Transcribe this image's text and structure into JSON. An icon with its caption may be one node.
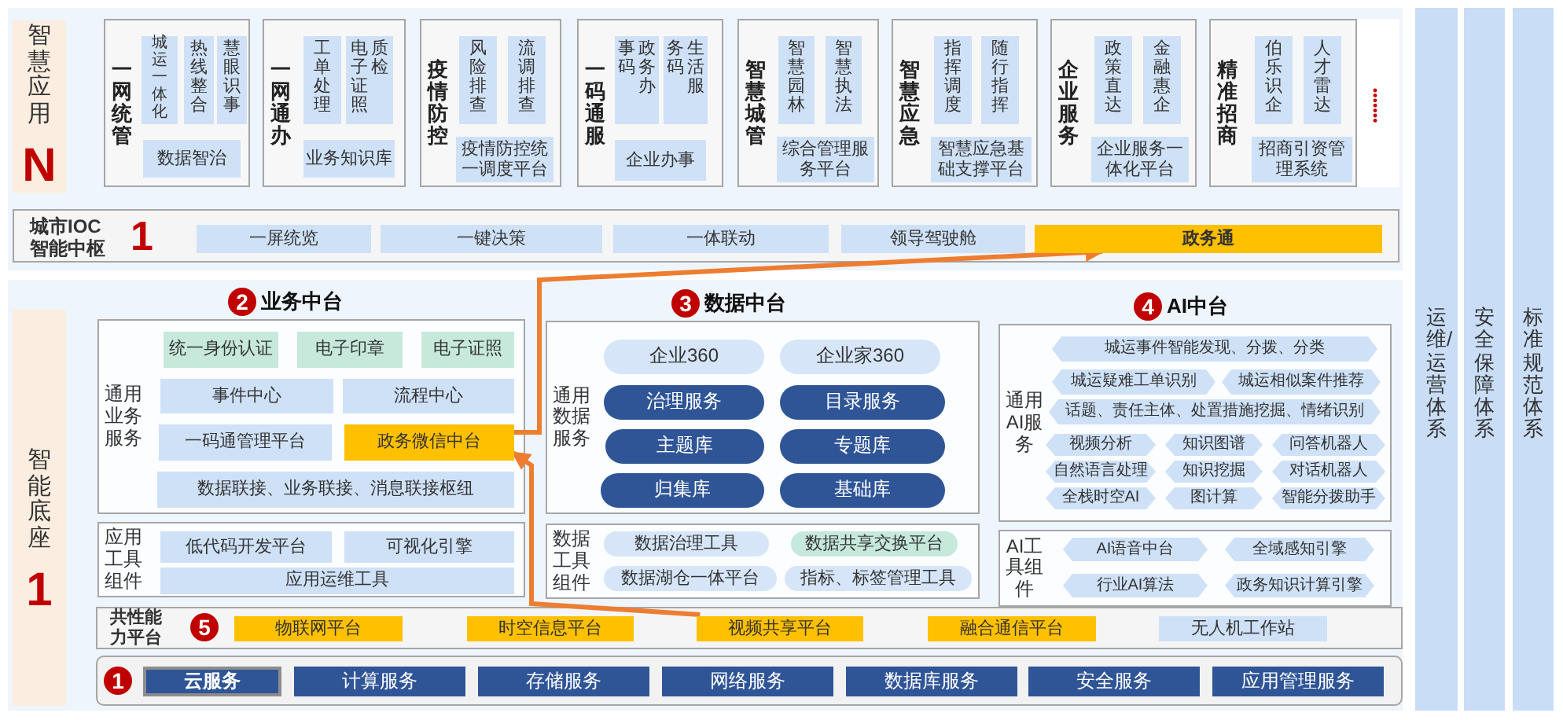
{
  "diagram": {
    "nodes": [
      {
        "text": [
          "智慧应用",
          "N"
        ]
      },
      {
        "text": [
          "一网统管"
        ]
      },
      {
        "text": [
          "城运一体化"
        ],
        "in": 1
      },
      {
        "text": [
          "热线整合"
        ],
        "in": 1
      },
      {
        "text": [
          "慧眼识事"
        ],
        "in": 1
      },
      {
        "text": [
          "数据智治"
        ],
        "in": 1
      },
      {
        "text": [
          "一网通办"
        ]
      },
      {
        "text": [
          "工单处理"
        ],
        "in": 6
      },
      {
        "text": [
          "电子证照质检"
        ],
        "in": 6
      },
      {
        "text": [
          "业务知识库"
        ],
        "in": 6
      },
      {
        "text": [
          "疫情防控"
        ]
      },
      {
        "text": [
          "风险排查"
        ],
        "in": 10
      },
      {
        "text": [
          "流调排查"
        ],
        "in": 10
      },
      {
        "text": [
          "疫情防控统一调度平台"
        ],
        "in": 10
      },
      {
        "text": [
          "一码通服"
        ]
      },
      {
        "text": [
          "政务办事码"
        ],
        "in": 14
      },
      {
        "text": [
          "生活服务码"
        ],
        "in": 14
      },
      {
        "text": [
          "企业办事"
        ],
        "in": 14
      },
      {
        "text": [
          "智慧城管"
        ]
      },
      {
        "text": [
          "智慧园林"
        ],
        "in": 18
      },
      {
        "text": [
          "智慧执法"
        ],
        "in": 18
      },
      {
        "text": [
          "综合管理服务平台"
        ],
        "in": 18
      },
      {
        "text": [
          "智慧应急"
        ]
      },
      {
        "text": [
          "指挥调度"
        ],
        "in": 22
      },
      {
        "text": [
          "随行指挥"
        ],
        "in": 22
      },
      {
        "text": [
          "智慧应急基础支撑平台"
        ],
        "in": 22
      },
      {
        "text": [
          "企业服务"
        ]
      },
      {
        "text": [
          "政策直达"
        ],
        "in": 26
      },
      {
        "text": [
          "金融惠企"
        ],
        "in": 26
      },
      {
        "text": [
          "企业服务一体化平台"
        ],
        "in": 26
      },
      {
        "text": [
          "精准招商"
        ]
      },
      {
        "text": [
          "伯乐识企"
        ],
        "in": 30
      },
      {
        "text": [
          "人才雷达"
        ],
        "in": 30
      },
      {
        "text": [
          "招商引资管理系统"
        ],
        "in": 30
      },
      {
        "text": [
          "城市IOC智能中枢",
          "1"
        ]
      },
      {
        "text": [
          "一屏统览"
        ],
        "in": 34
      },
      {
        "text": [
          "一键决策"
        ],
        "in": 34
      },
      {
        "text": [
          "一体联动"
        ],
        "in": 34
      },
      {
        "text": [
          "领导驾驶舱"
        ],
        "in": 34
      },
      {
        "text": [
          "政务通"
        ],
        "in": 34
      },
      {
        "text": [
          "智能底座",
          "1"
        ]
      },
      {
        "text": [
          "通用业务服务"
        ]
      },
      {
        "text": [
          "统一身份认证"
        ],
        "in": 41
      },
      {
        "text": [
          "电子印章"
        ],
        "in": 41
      },
      {
        "text": [
          "电子证照"
        ],
        "in": 41
      },
      {
        "text": [
          "事件中心"
        ],
        "in": 41
      },
      {
        "text": [
          "流程中心"
        ],
        "in": 41
      },
      {
        "text": [
          "一码通管理平台"
        ],
        "in": 41
      },
      {
        "text": [
          "政务微信中台"
        ],
        "in": 41
      },
      {
        "text": [
          "数据联接、业务联接、消息联接枢纽"
        ],
        "in": 41
      },
      {
        "text": [
          "应用工具组件"
        ]
      },
      {
        "text": [
          "低代码开发平台"
        ],
        "in": 50
      },
      {
        "text": [
          "可视化引擎"
        ],
        "in": 50
      },
      {
        "text": [
          "应用运维工具"
        ],
        "in": 50
      },
      {
        "text": [
          "通用数据服务"
        ]
      },
      {
        "text": [
          "企业360"
        ],
        "in": 54
      },
      {
        "text": [
          "企业家360"
        ],
        "in": 54
      },
      {
        "text": [
          "治理服务"
        ],
        "in": 54
      },
      {
        "text": [
          "目录服务"
        ],
        "in": 54
      },
      {
        "text": [
          "主题库"
        ],
        "in": 54
      },
      {
        "text": [
          "专题库"
        ],
        "in": 54
      },
      {
        "text": [
          "归集库"
        ],
        "in": 54
      },
      {
        "text": [
          "基础库"
        ],
        "in": 54
      },
      {
        "text": [
          "数据工具组件"
        ]
      },
      {
        "text": [
          "数据治理工具"
        ],
        "in": 63
      },
      {
        "text": [
          "数据共享交换平台"
        ],
        "in": 63
      },
      {
        "text": [
          "数据湖仓一体平台"
        ],
        "in": 63
      },
      {
        "text": [
          "指标、标签管理工具"
        ],
        "in": 63
      },
      {
        "text": [
          "通用AI服务"
        ]
      },
      {
        "text": [
          "城运事件智能发现、分拨、分类"
        ],
        "in": 68
      },
      {
        "text": [
          "城运疑难工单识别"
        ],
        "in": 68
      },
      {
        "text": [
          "城运相似案件推荐"
        ],
        "in": 68
      },
      {
        "text": [
          "话题、责任主体、处置措施挖掘、情绪识别"
        ],
        "in": 68
      },
      {
        "text": [
          "视频分析"
        ],
        "in": 68
      },
      {
        "text": [
          "知识图谱"
        ],
        "in": 68
      },
      {
        "text": [
          "问答机器人"
        ],
        "in": 68
      },
      {
        "text": [
          "自然语言处理"
        ],
        "in": 68
      },
      {
        "text": [
          "知识挖掘"
        ],
        "in": 68
      },
      {
        "text": [
          "对话机器人"
        ],
        "in": 68
      },
      {
        "text": [
          "全栈时空AI"
        ],
        "in": 68
      },
      {
        "text": [
          "图计算"
        ],
        "in": 68
      },
      {
        "text": [
          "智能分拨助手"
        ],
        "in": 68
      },
      {
        "text": [
          "AI工具组件"
        ]
      },
      {
        "text": [
          "AI语音中台"
        ],
        "in": 82
      },
      {
        "text": [
          "全域感知引擎"
        ],
        "in": 82
      },
      {
        "text": [
          "行业AI算法"
        ],
        "in": 82
      },
      {
        "text": [
          "政务知识计算引擎"
        ],
        "in": 82
      },
      {
        "text": [
          "共性能力平台",
          "5"
        ]
      },
      {
        "text": [
          "物联网平台"
        ],
        "in": 87
      },
      {
        "text": [
          "时空信息平台"
        ],
        "in": 87
      },
      {
        "text": [
          "视频共享平台"
        ],
        "in": 87
      },
      {
        "text": [
          "融合通信平台"
        ],
        "in": 87
      },
      {
        "text": [
          "无人机工作站"
        ],
        "in": 87
      },
      {
        "text": [
          "1"
        ]
      },
      {
        "text": [
          "云服务"
        ],
        "in": 93
      },
      {
        "text": [
          "计算服务"
        ],
        "in": 93
      },
      {
        "text": [
          "存储服务"
        ],
        "in": 93
      },
      {
        "text": [
          "网络服务"
        ],
        "in": 93
      },
      {
        "text": [
          "数据库服务"
        ],
        "in": 93
      },
      {
        "text": [
          "安全服务"
        ],
        "in": 93
      },
      {
        "text": [
          "应用管理服务"
        ],
        "in": 93
      },
      {
        "text": [
          "运维/运营体系"
        ]
      },
      {
        "text": [
          "安全保障体系"
        ]
      },
      {
        "text": [
          "标准规范体系"
        ]
      }
    ],
    "labels": [
      "2",
      "业务中台",
      "3",
      "数据中台",
      "4",
      "AI中台"
    ],
    "edges": [
      {
        "from": 90,
        "to": 48,
        "arrow": "to"
      },
      {
        "from": 48,
        "to": 39,
        "arrow": "to"
      }
    ]
  }
}
